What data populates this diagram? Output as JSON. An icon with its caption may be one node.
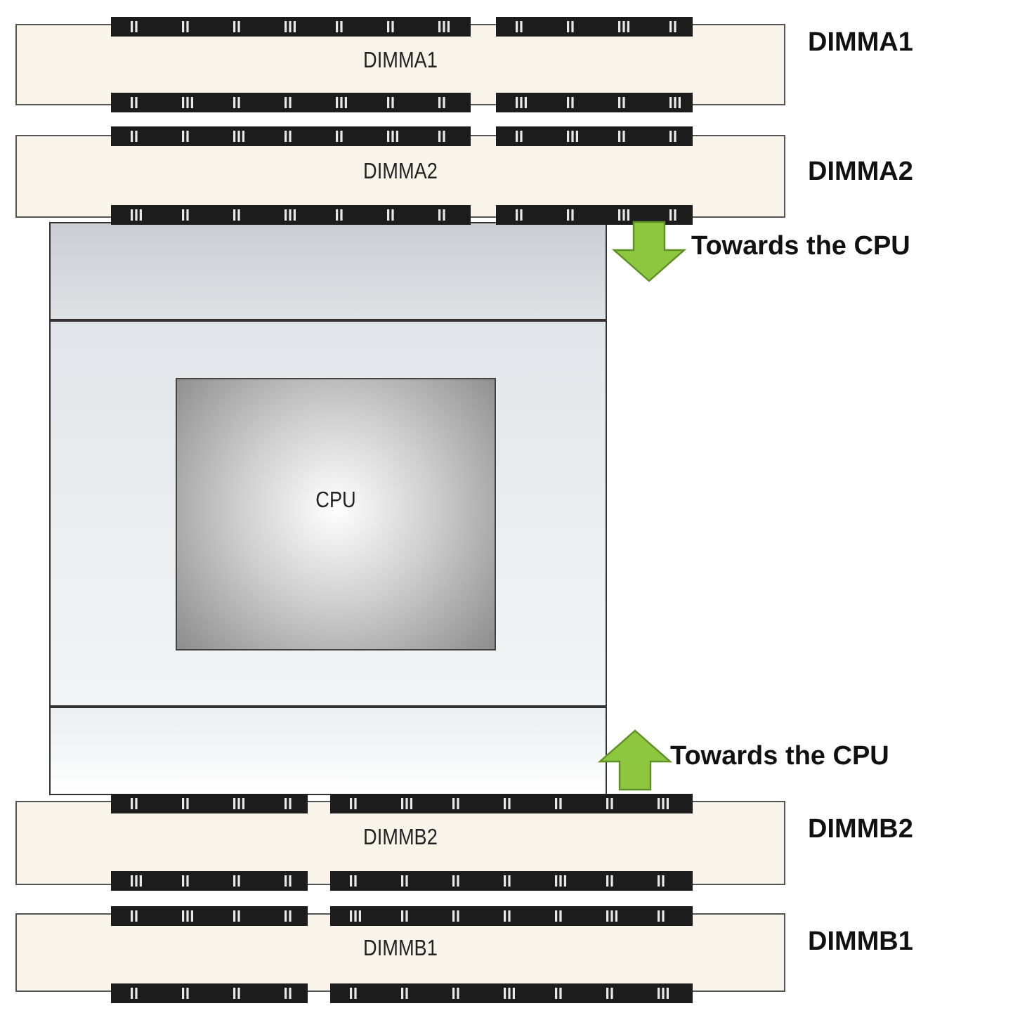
{
  "diagram": {
    "nodes": [
      {
        "text": [
          "DIMMA1"
        ],
        "beside": [
          "DIMMA1"
        ]
      },
      {
        "text": [
          "DIMMA2"
        ],
        "beside": [
          "DIMMA2"
        ]
      },
      {
        "text": [],
        "shape": "box"
      },
      {
        "text": [
          "CPU"
        ],
        "in": 2
      },
      {
        "text": [
          "DIMMB2"
        ],
        "beside": [
          "DIMMB2"
        ]
      },
      {
        "text": [
          "DIMMB1"
        ],
        "beside": [
          "DIMMB1"
        ]
      }
    ],
    "labels": [
      "Towards the CPU",
      "Towards the CPU"
    ]
  }
}
